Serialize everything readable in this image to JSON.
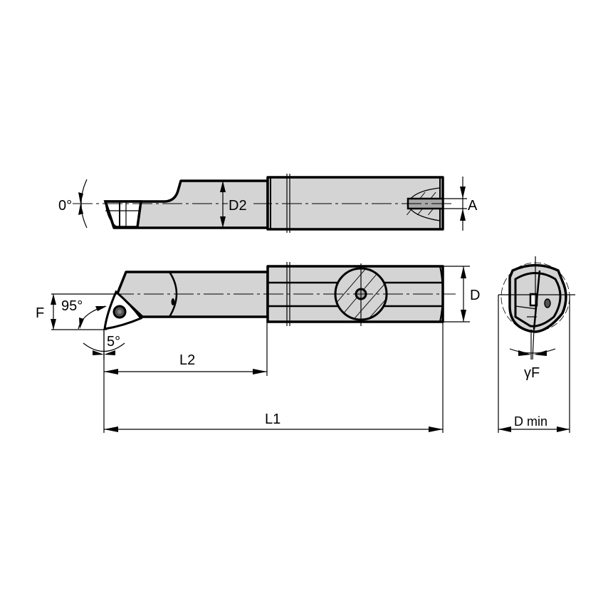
{
  "drawing": {
    "type": "boring bar technical drawing",
    "colors": {
      "body_fill": "#d4d4d4",
      "line": "#000000",
      "background": "#ffffff",
      "coolant_channel": "#a8a8a8"
    },
    "top_view": {
      "labels": {
        "clearance_angle": "0°",
        "head_diameter": "D2",
        "coolant_dim": "A"
      }
    },
    "side_view": {
      "labels": {
        "lead_angle": "95°",
        "offset": "F",
        "insert_angle": "5°",
        "shank_diameter": "D"
      }
    },
    "end_view": {
      "labels": {
        "rake_angle": "γF",
        "min_bore": "D min"
      }
    },
    "dimensions": {
      "head_length": "L2",
      "overall_length": "L1"
    }
  }
}
